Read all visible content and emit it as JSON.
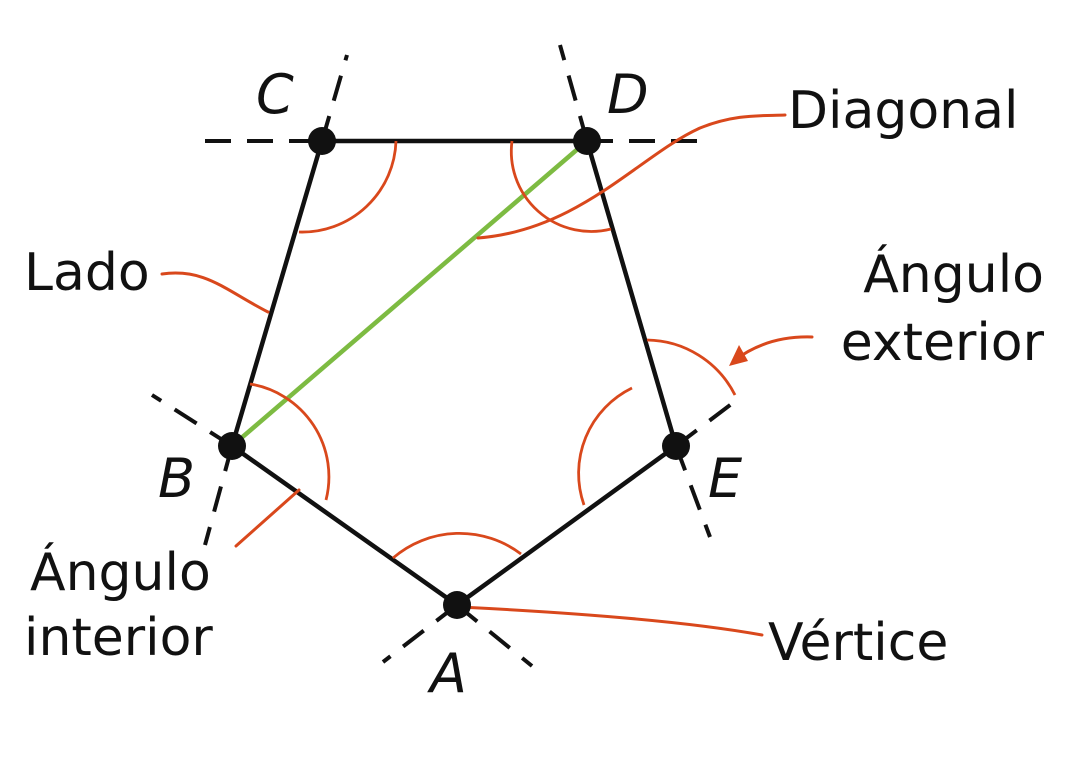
{
  "colors": {
    "ink": "#111111",
    "annotation": "#d9481c",
    "diagonal": "#7dbb42",
    "background": "#ffffff"
  },
  "vertices": {
    "a": "A",
    "b": "B",
    "c": "C",
    "d": "D",
    "e": "E"
  },
  "labels": {
    "diagonal": "Diagonal",
    "lado": "Lado",
    "exterior_line1": "Ángulo",
    "exterior_line2": "exterior",
    "interior_line1": "Ángulo",
    "interior_line2": "interior",
    "vertice": "Vértice"
  }
}
